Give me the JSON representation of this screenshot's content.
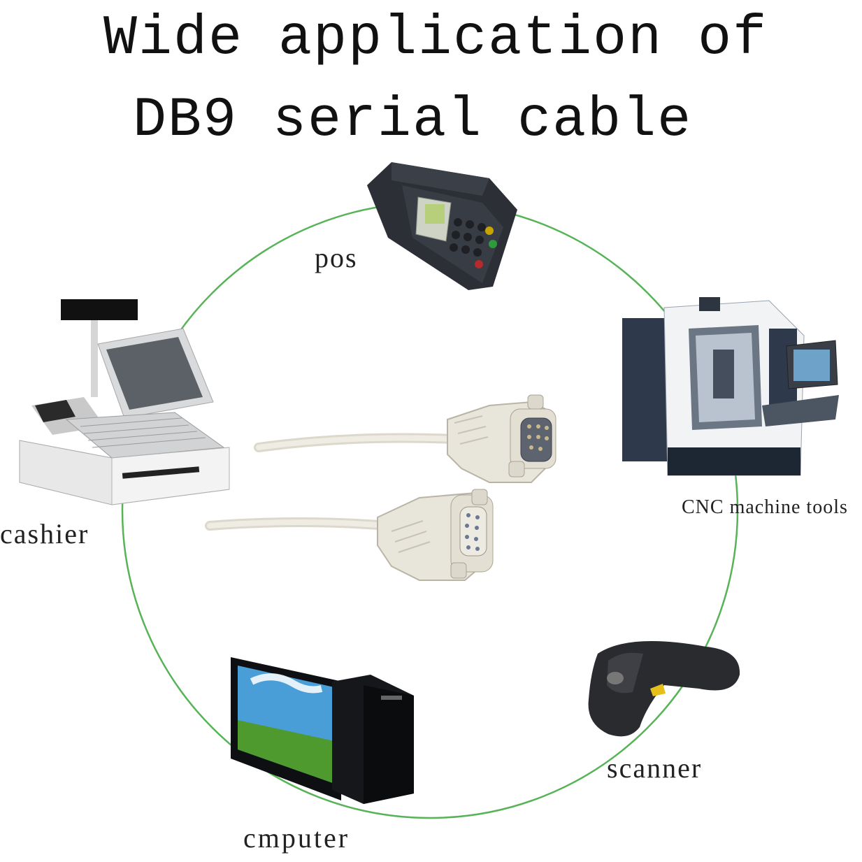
{
  "title": {
    "line1": "Wide application of",
    "line2": "DB9 serial cable"
  },
  "labels": {
    "pos": "pos",
    "cashier": "cashier",
    "cnc": "CNC machine tools",
    "scanner": "scanner",
    "computer": "cmputer"
  },
  "colors": {
    "ring": "#3aa63a",
    "cable": "#e6e2d6",
    "connector": "#e9e6dc",
    "text": "#111111"
  }
}
